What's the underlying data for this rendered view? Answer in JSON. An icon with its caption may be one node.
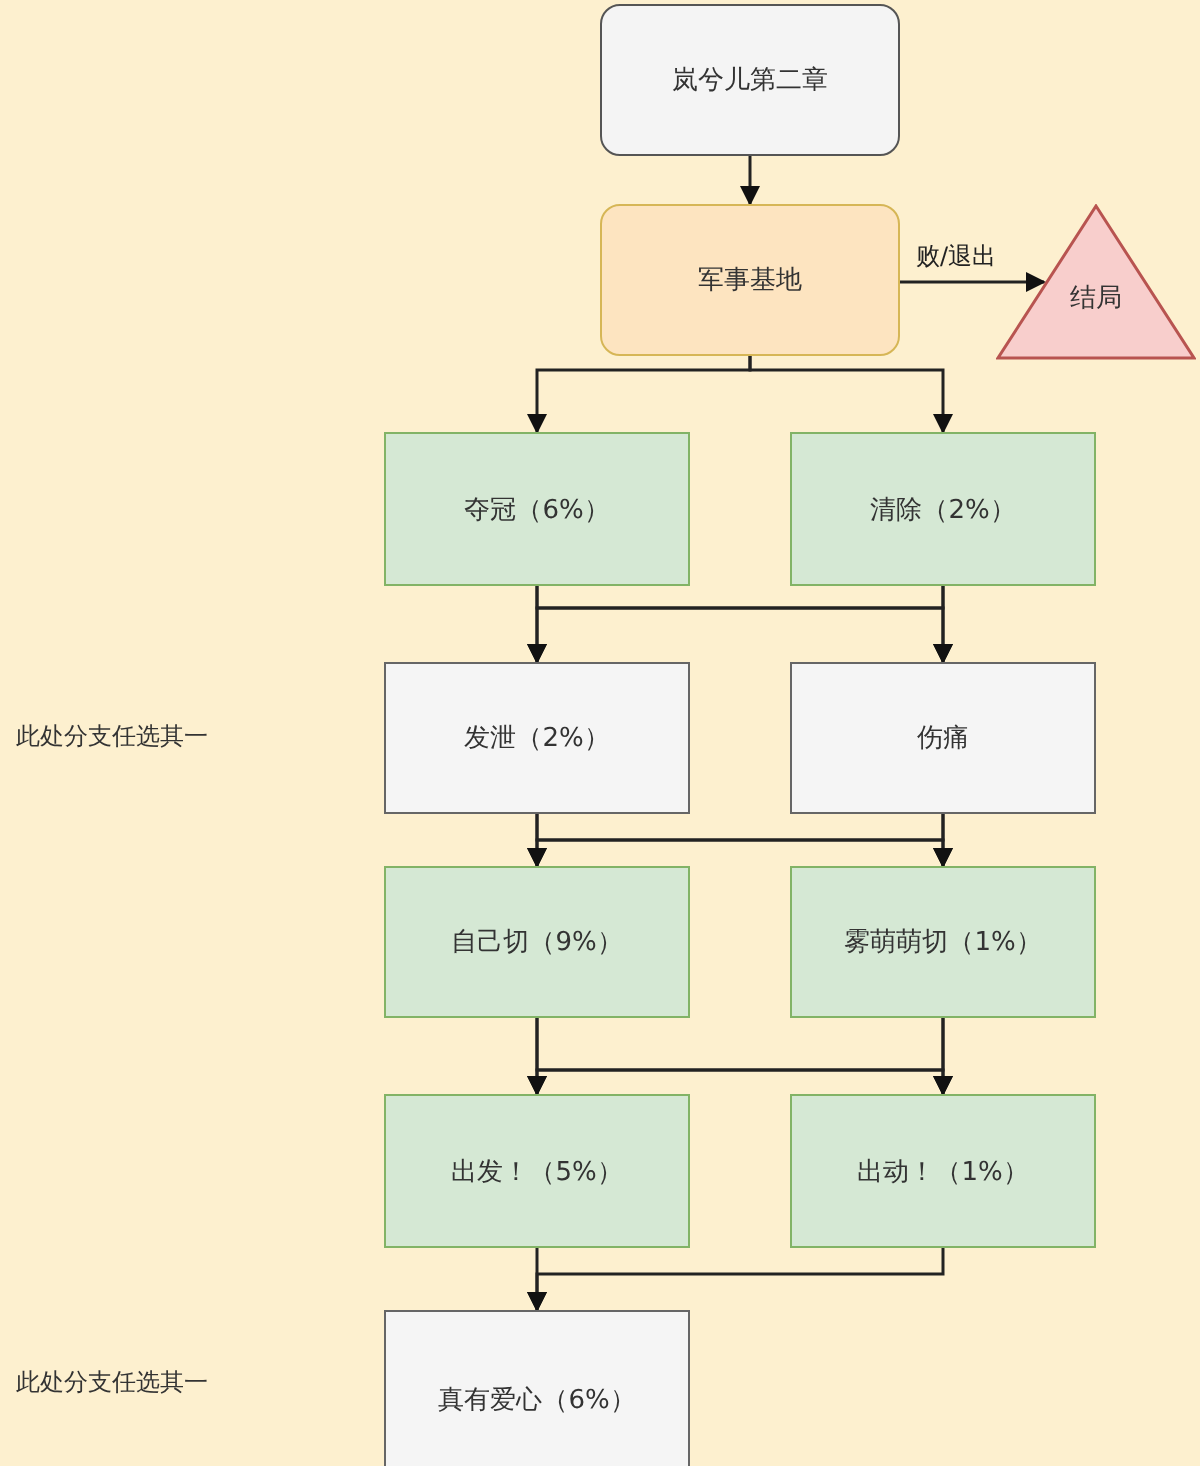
{
  "diagram": {
    "nodes": [
      {
        "text": [
          "岚兮儿第二章"
        ]
      },
      {
        "text": [
          "军事基地"
        ]
      },
      {
        "text": [
          "结局"
        ]
      },
      {
        "text": [
          "夺冠（6%）"
        ]
      },
      {
        "text": [
          "清除（2%）"
        ]
      },
      {
        "text": [
          "发泄（2%）"
        ]
      },
      {
        "text": [
          "伤痛"
        ]
      },
      {
        "text": [
          "自己切（9%）"
        ]
      },
      {
        "text": [
          "雾萌萌切（1%）"
        ]
      },
      {
        "text": [
          "出发！（5%）"
        ]
      },
      {
        "text": [
          "出动！（1%）"
        ]
      },
      {
        "text": [
          "真有爱心（6%）"
        ]
      }
    ],
    "edges": [
      {
        "from": 0,
        "to": 1,
        "arrow": "to"
      },
      {
        "from": 1,
        "to": 2,
        "arrow": "to",
        "label": "败/退出"
      },
      {
        "from": 1,
        "to": 3,
        "arrow": "to"
      },
      {
        "from": 1,
        "to": 4,
        "arrow": "to"
      },
      {
        "from": 3,
        "to": 5,
        "arrow": "to"
      },
      {
        "from": 3,
        "to": 6,
        "arrow": "to"
      },
      {
        "from": 4,
        "to": 5,
        "arrow": "to"
      },
      {
        "from": 4,
        "to": 6,
        "arrow": "to"
      },
      {
        "from": 5,
        "to": 7,
        "arrow": "to"
      },
      {
        "from": 5,
        "to": 8,
        "arrow": "to"
      },
      {
        "from": 6,
        "to": 7,
        "arrow": "to"
      },
      {
        "from": 6,
        "to": 8,
        "arrow": "to"
      },
      {
        "from": 7,
        "to": 9,
        "arrow": "to"
      },
      {
        "from": 7,
        "to": 10,
        "arrow": "to"
      },
      {
        "from": 8,
        "to": 9,
        "arrow": "to"
      },
      {
        "from": 8,
        "to": 10,
        "arrow": "to"
      },
      {
        "from": 9,
        "to": 11,
        "arrow": "to"
      },
      {
        "from": 10,
        "to": 11,
        "arrow": "to"
      }
    ],
    "labels": [
      "此处分支任选其一",
      "此处分支任选其一"
    ]
  }
}
